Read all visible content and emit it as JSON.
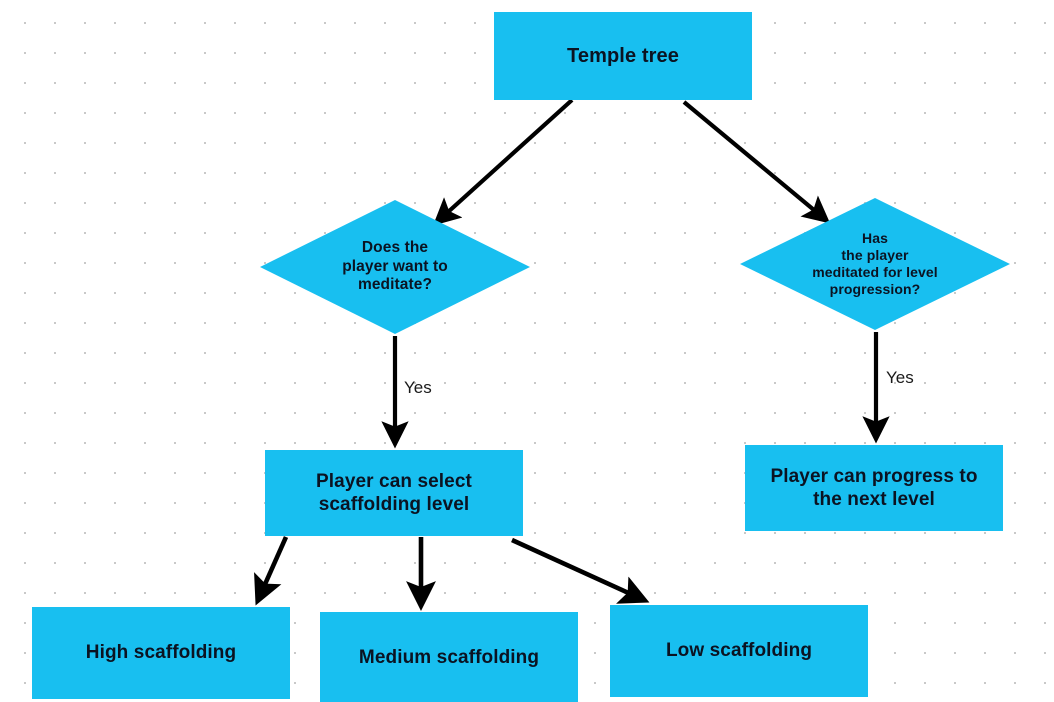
{
  "diagram": {
    "title": "Temple tree flowchart",
    "accent_color": "#18bff0",
    "text_color": "#0b1322",
    "edge_color": "#000000",
    "background_color": "#ffffff",
    "grid_dot_color": "#c9c9c9"
  },
  "nodes": {
    "temple_tree": {
      "label": "Temple tree",
      "shape": "rectangle"
    },
    "want_meditate": {
      "line1": "Does the",
      "line2": "player want to",
      "line3": "meditate?",
      "shape": "diamond"
    },
    "has_meditated": {
      "line1": "Has",
      "line2": "the player",
      "line3": "meditated for level",
      "line4": "progression?",
      "shape": "diamond"
    },
    "select_level": {
      "line1": "Player can select",
      "line2": "scaffolding level",
      "shape": "rectangle"
    },
    "progress_next": {
      "line1": "Player can progress to",
      "line2": "the next level",
      "shape": "rectangle"
    },
    "high_scaffolding": {
      "label": "High scaffolding",
      "shape": "rectangle"
    },
    "medium_scaffolding": {
      "label": "Medium scaffolding",
      "shape": "rectangle"
    },
    "low_scaffolding": {
      "label": "Low scaffolding",
      "shape": "rectangle"
    }
  },
  "edge_labels": {
    "yes_left": "Yes",
    "yes_right": "Yes"
  },
  "chart_data": {
    "type": "diagram",
    "title": "Temple tree flowchart",
    "nodes": [
      {
        "id": "temple_tree",
        "text": "Temple tree",
        "shape": "rectangle"
      },
      {
        "id": "want_meditate",
        "text": "Does the player want to meditate?",
        "shape": "diamond"
      },
      {
        "id": "has_meditated",
        "text": "Has the player meditated for level progression?",
        "shape": "diamond"
      },
      {
        "id": "select_level",
        "text": "Player can select scaffolding level",
        "shape": "rectangle"
      },
      {
        "id": "progress_next",
        "text": "Player can progress to the next level",
        "shape": "rectangle"
      },
      {
        "id": "high_scaffolding",
        "text": "High scaffolding",
        "shape": "rectangle"
      },
      {
        "id": "medium_scaffolding",
        "text": "Medium scaffolding",
        "shape": "rectangle"
      },
      {
        "id": "low_scaffolding",
        "text": "Low scaffolding",
        "shape": "rectangle"
      }
    ],
    "edges": [
      {
        "from": "temple_tree",
        "to": "want_meditate",
        "label": ""
      },
      {
        "from": "temple_tree",
        "to": "has_meditated",
        "label": ""
      },
      {
        "from": "want_meditate",
        "to": "select_level",
        "label": "Yes"
      },
      {
        "from": "has_meditated",
        "to": "progress_next",
        "label": "Yes"
      },
      {
        "from": "select_level",
        "to": "high_scaffolding",
        "label": ""
      },
      {
        "from": "select_level",
        "to": "medium_scaffolding",
        "label": ""
      },
      {
        "from": "select_level",
        "to": "low_scaffolding",
        "label": ""
      }
    ]
  }
}
